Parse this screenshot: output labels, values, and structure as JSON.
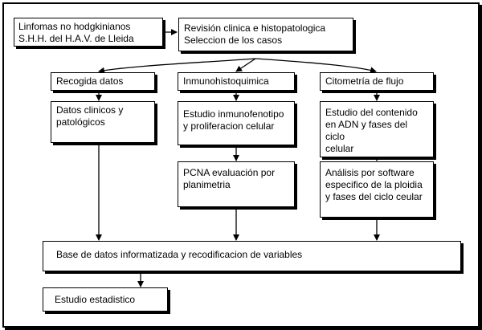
{
  "flowchart": {
    "start": "Linfomas no hodgkinianos\nS.H.H. del H.A.V. de Lleida",
    "review": "Revisión clinica e histopatologica\nSeleccion de los casos",
    "col1": {
      "header": "Recogida datos",
      "step1": "Datos clinicos y\npatológicos"
    },
    "col2": {
      "header": "Inmunohistoquimica",
      "step1": "Estudio inmunofenotipo\ny proliferacion celular",
      "step2": "PCNA evaluación por\nplanimetria"
    },
    "col3": {
      "header": "Citometría de flujo",
      "step1": "Estudio del contenido\nen ADN y fases del ciclo\ncelular",
      "step2": "Análisis por software\nespecifico de la ploidia\ny fases del ciclo ceular"
    },
    "database": "Base de datos informatizada y recodificacion de variables",
    "stats": "Estudio estadistico"
  }
}
